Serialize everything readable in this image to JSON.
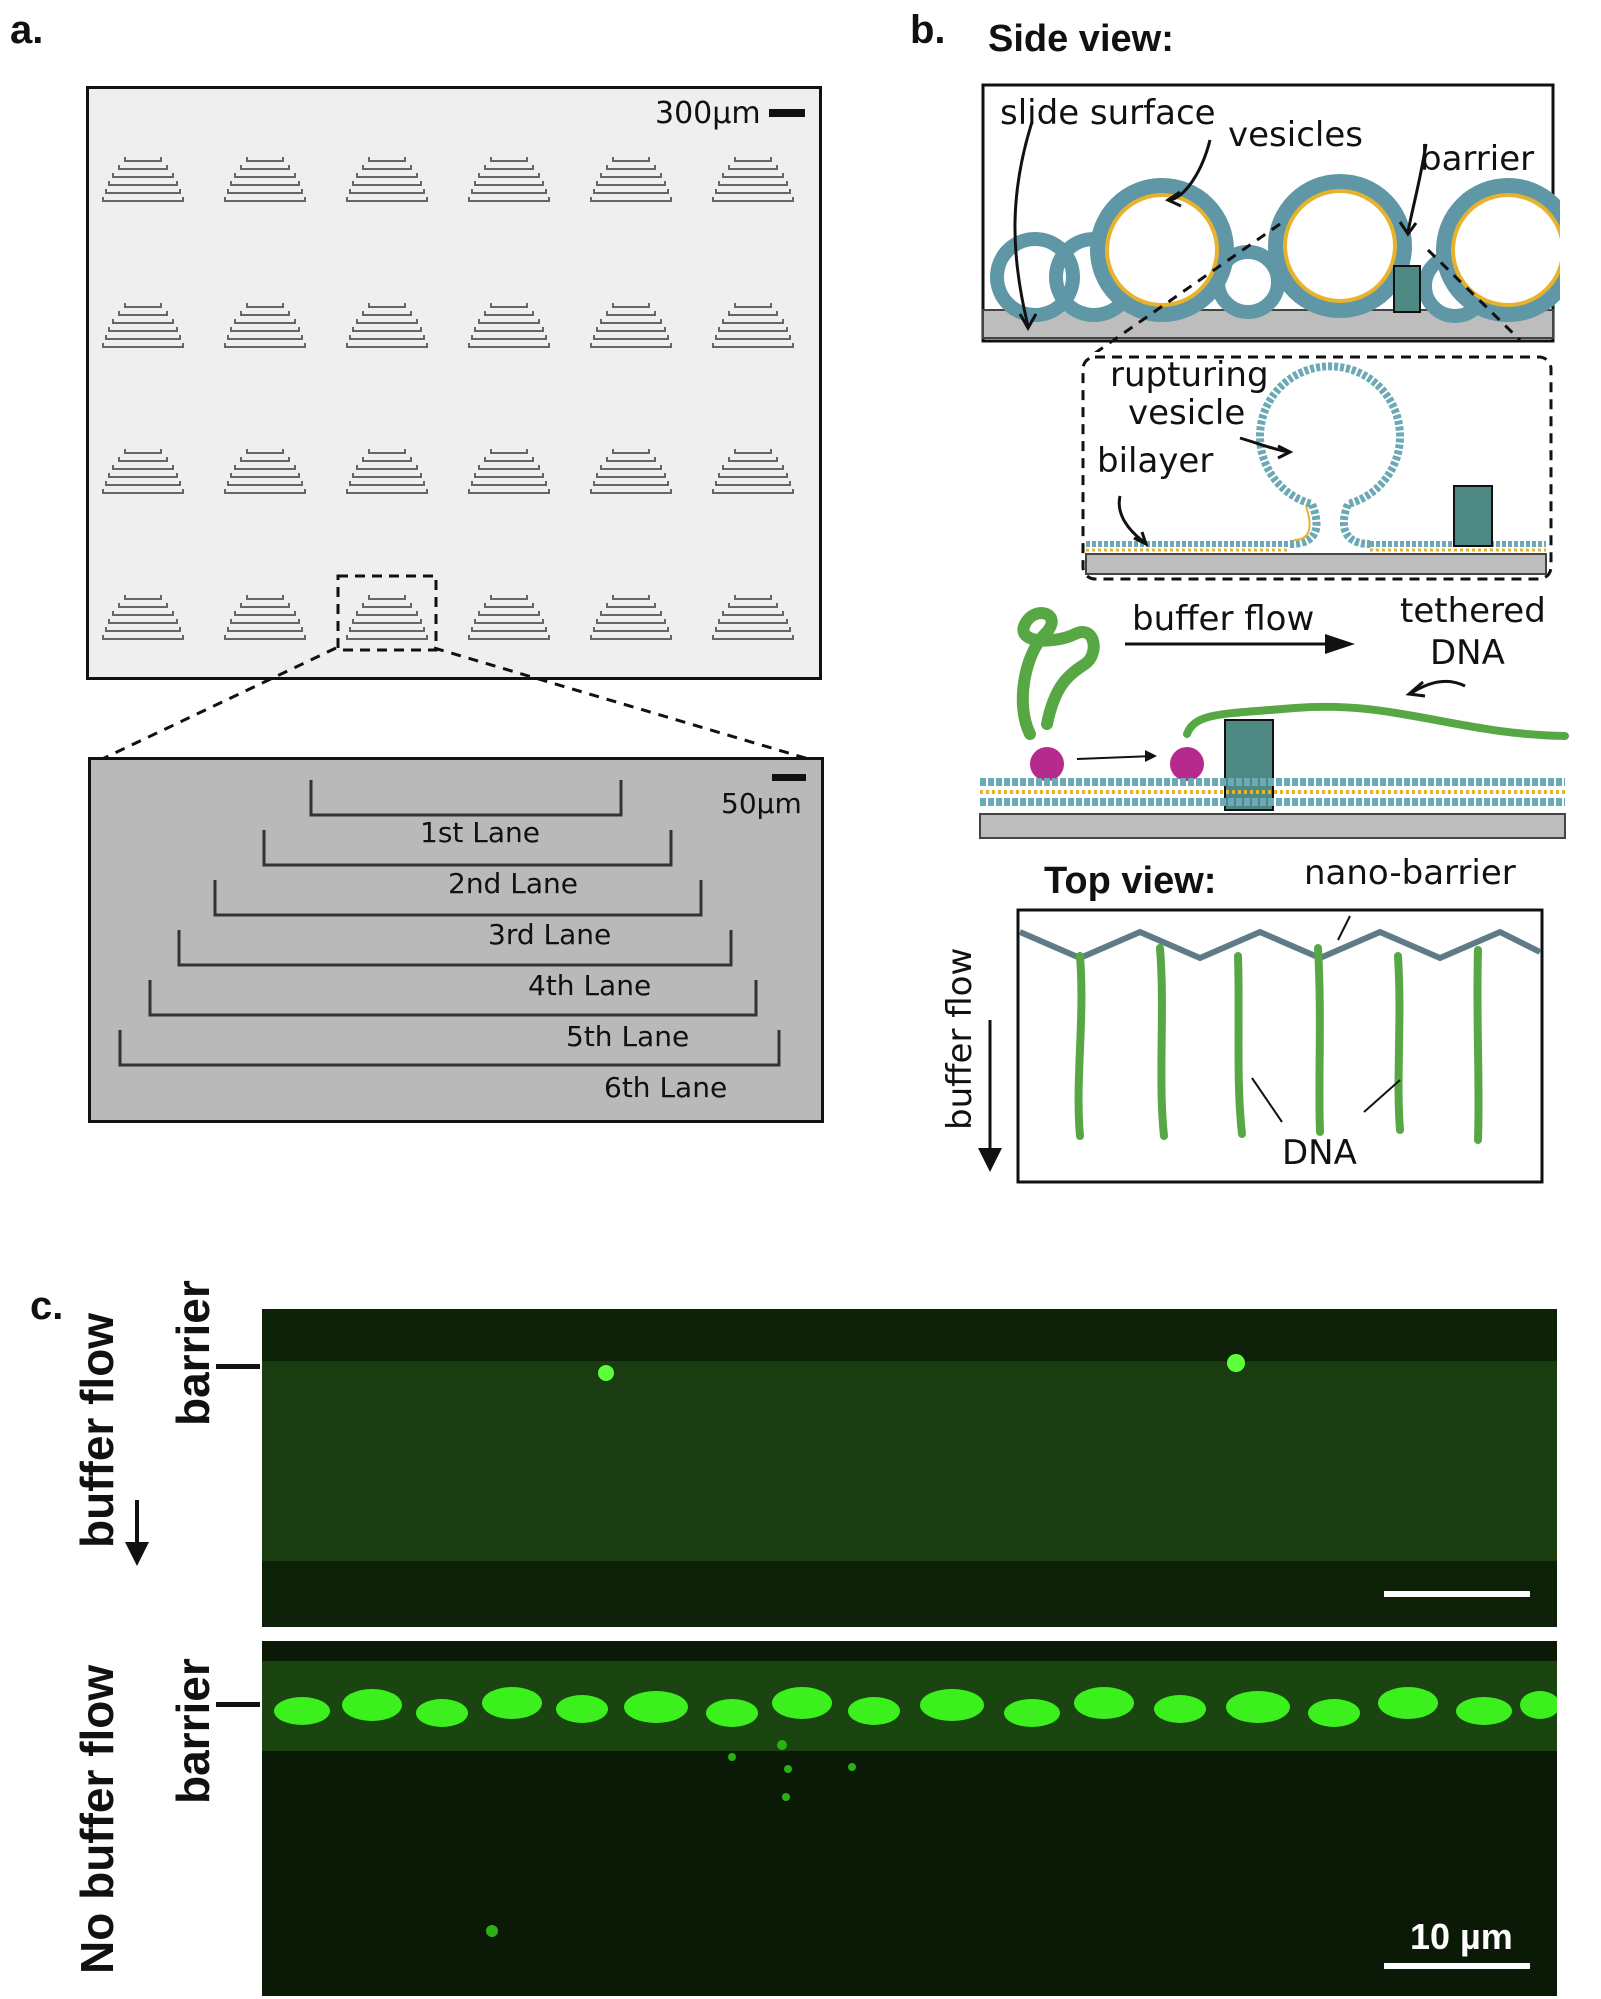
{
  "panel_a": {
    "letter": "a.",
    "overview_scale": "300µm",
    "zoom_scale": "50µm",
    "lanes": [
      "1st Lane",
      "2nd Lane",
      "3rd Lane",
      "4th Lane",
      "5th Lane",
      "6th Lane"
    ]
  },
  "panel_b": {
    "letter": "b.",
    "side_view_title": "Side view:",
    "slide_surface": "slide surface",
    "vesicles": "vesicles",
    "barrier": "barrier",
    "rupturing": "rupturing",
    "vesicle": "vesicle",
    "bilayer": "bilayer",
    "buffer_flow": "buffer flow",
    "tethered": "tethered",
    "dna": "DNA",
    "top_view_title": "Top view:",
    "nano_barrier": "nano-barrier",
    "topview_buffer_flow": "buffer flow",
    "topview_dna": "DNA"
  },
  "panel_c": {
    "letter": "c.",
    "top_flow_label": "buffer flow",
    "top_barrier_label": "barrier",
    "bottom_flow_label": "No buffer flow",
    "bottom_barrier_label": "barrier",
    "scale_label": "10 µm"
  },
  "colors": {
    "vesicle_blue": "#5f97a6",
    "vesicle_gold": "#e7b22c",
    "barrier_teal": "#4e8a83",
    "dna_green": "#57a845",
    "magenta": "#b52a8c",
    "fluor_green": "#39ff14"
  }
}
